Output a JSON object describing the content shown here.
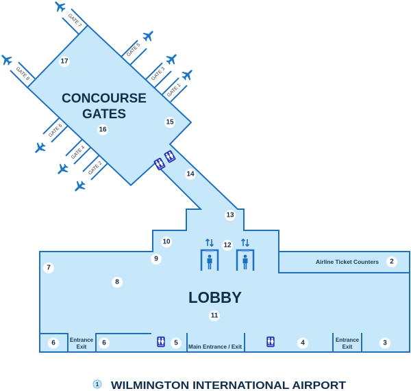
{
  "title": "WILMINGTON INTERNATIONAL AIRPORT",
  "legend_marker": "1",
  "colors": {
    "floor_fill": "#c7e8fb",
    "wall_line": "#1e70bf",
    "text_navy": "#0f2e4c",
    "airplane": "#1b77c4",
    "restroom_sign": "#2233b8",
    "marker_circle": "#ffffff"
  },
  "areas": {
    "concourse_line1": "CONCOURSE",
    "concourse_line2": "GATES",
    "lobby": "LOBBY"
  },
  "gates": {
    "gate1": "GATE 1",
    "gate2": "GATE 2",
    "gate3": "GATE 3",
    "gate4": "GATE 4",
    "gate5": "GATE 5",
    "gate6": "GATE 6",
    "gate7": "GATE 7",
    "gate8": "GATE 8"
  },
  "labels": {
    "airline_ticket_counters": "Airline Ticket Counters",
    "entrance": "Entrance",
    "exit": "Exit",
    "main_entrance_exit": "Main Entrance / Exit"
  },
  "markers": {
    "m2": "2",
    "m3": "3",
    "m4": "4",
    "m5": "5",
    "m6a": "6",
    "m6b": "6",
    "m7": "7",
    "m8": "8",
    "m9": "9",
    "m10": "10",
    "m11": "11",
    "m12": "12",
    "m13": "13",
    "m14": "14",
    "m15": "15",
    "m16": "16",
    "m17": "17"
  },
  "icons": {
    "gate": "airplane-icon",
    "restroom": "restroom-icon",
    "security": "security-checkpoint-icon",
    "elevator_arrows": "up-down-arrows-icon"
  }
}
